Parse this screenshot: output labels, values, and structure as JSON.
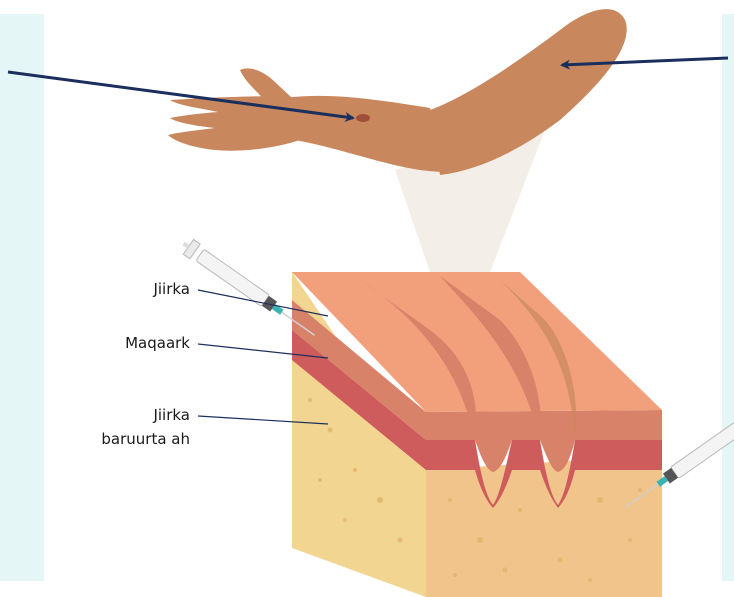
{
  "labels": {
    "skin": "Jiirka",
    "muscle": "Maqaark",
    "subcutaneous_line1": "Jiirka",
    "subcutaneous_line2": "baruurta ah"
  },
  "colors": {
    "panel_bg": "#e4f6f5",
    "skin_tone": "#c9875e",
    "skin_top": "#f2a07c",
    "dermis": "#d9826a",
    "muscle": "#cf5c5c",
    "fat": "#f3d592",
    "fat_side": "#f0c48a",
    "arrow": "#1b2f5e",
    "syringe_needle": "#3bb3b3"
  },
  "icons": [
    "arm-illustration",
    "syringe-icon",
    "skin-block-illustration"
  ]
}
